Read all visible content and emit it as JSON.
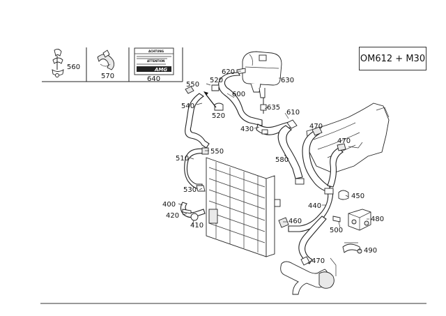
{
  "engine_label": "OM612 + M30",
  "accessory_labels": {
    "clip_560": "560",
    "clamp_570": "570",
    "sticker_640": "640"
  },
  "sticker_text": {
    "line1": "ACHTUNG",
    "line2": "ATTENTION",
    "brand": "AMG"
  },
  "part_labels": {
    "p620": "620",
    "p630": "630",
    "p550a": "550",
    "p520a": "520",
    "p600": "600",
    "p540": "540",
    "p520b": "520",
    "p635": "635",
    "p610": "610",
    "p430": "430",
    "p470a": "470",
    "p470b": "470",
    "p510": "510",
    "p550b": "550",
    "p580": "580",
    "p530": "530",
    "p450": "450",
    "p400": "400",
    "p440": "440",
    "p480": "480",
    "p420": "420",
    "p460": "460",
    "p500": "500",
    "p410": "410",
    "p490": "490",
    "p470c": "470"
  }
}
